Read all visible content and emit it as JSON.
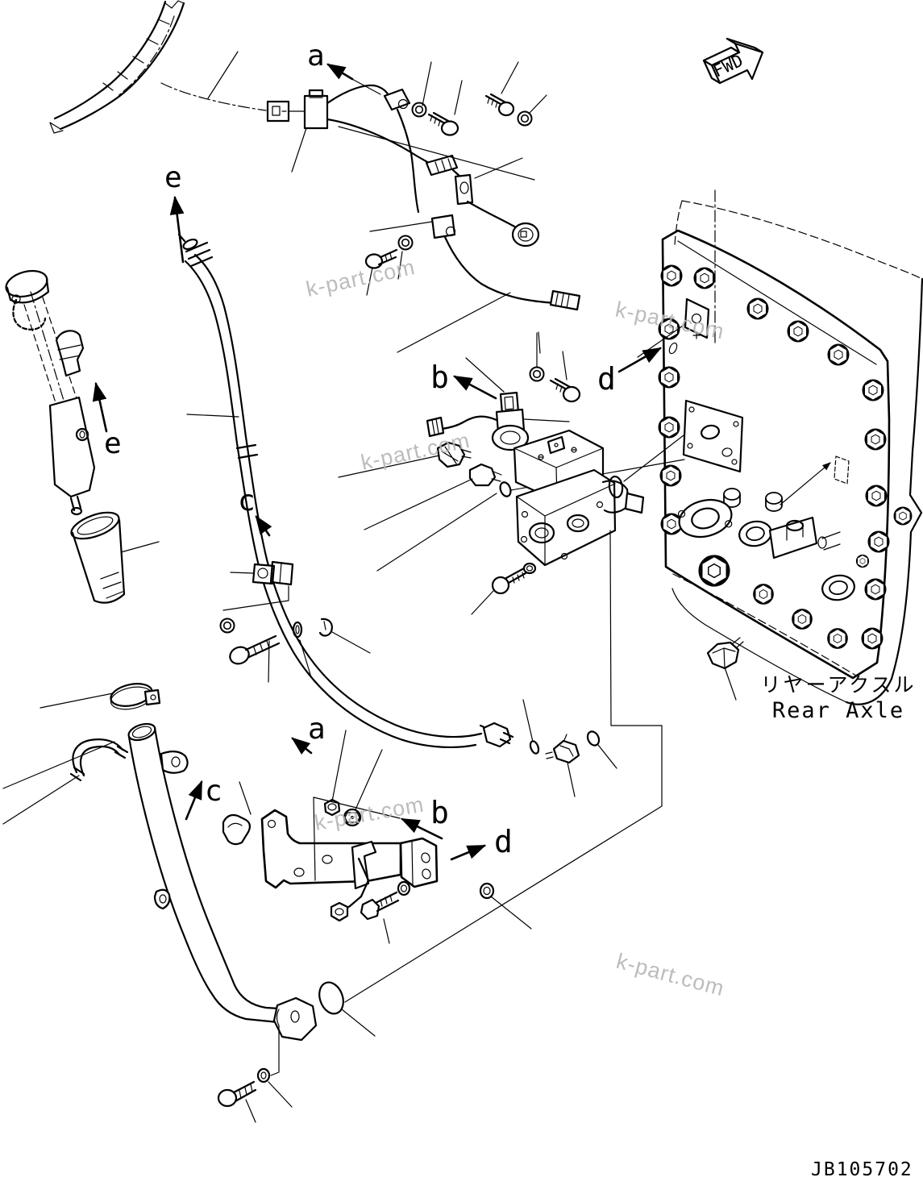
{
  "figure": {
    "drawing_number": "JB105702",
    "direction_label": "FWD",
    "component_name_jp": "リヤーアクスル",
    "component_name_en": "Rear Axle"
  },
  "watermark": {
    "text": "k-part.com",
    "color": "#b5b5b5"
  },
  "view_labels": {
    "a_top": "a",
    "e_top": "e",
    "e_left": "e",
    "c_upper": "c",
    "b_center": "b",
    "d_center": "d",
    "a_lower": "a",
    "c_lower": "c",
    "b_lower": "b",
    "d_lower": "d"
  },
  "colors": {
    "line": "#000000",
    "background": "#ffffff"
  }
}
